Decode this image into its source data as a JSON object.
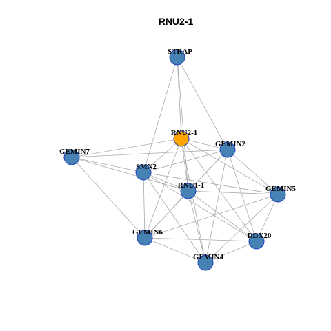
{
  "title": "RNU2-1",
  "colors": {
    "background": "#ffffff",
    "edge": "#aaaaaa",
    "node_fill": "#4682B4",
    "node_stroke": "#1f3fbf",
    "focus_fill": "#FFA500",
    "focus_stroke": "#1f3fbf"
  },
  "focus_node": "RNU2-1",
  "nodes": [
    {
      "id": "STRAP",
      "label": "STRAP"
    },
    {
      "id": "RNU2-1",
      "label": "RNU2-1"
    },
    {
      "id": "GEMIN2",
      "label": "GEMIN2"
    },
    {
      "id": "GEMIN7",
      "label": "GEMIN7"
    },
    {
      "id": "SMN2",
      "label": "SMN2"
    },
    {
      "id": "RNU1-1",
      "label": "RNU1-1"
    },
    {
      "id": "GEMIN5",
      "label": "GEMIN5"
    },
    {
      "id": "GEMIN6",
      "label": "GEMIN6"
    },
    {
      "id": "DDX20",
      "label": "DDX20"
    },
    {
      "id": "GEMIN4",
      "label": "GEMIN4"
    }
  ],
  "edges": [
    [
      "STRAP",
      "RNU2-1"
    ],
    [
      "STRAP",
      "GEMIN2"
    ],
    [
      "STRAP",
      "SMN2"
    ],
    [
      "STRAP",
      "RNU1-1"
    ],
    [
      "RNU2-1",
      "GEMIN2"
    ],
    [
      "RNU2-1",
      "GEMIN7"
    ],
    [
      "RNU2-1",
      "SMN2"
    ],
    [
      "RNU2-1",
      "RNU1-1"
    ],
    [
      "RNU2-1",
      "GEMIN5"
    ],
    [
      "RNU2-1",
      "GEMIN6"
    ],
    [
      "RNU2-1",
      "DDX20"
    ],
    [
      "RNU2-1",
      "GEMIN4"
    ],
    [
      "GEMIN2",
      "GEMIN7"
    ],
    [
      "GEMIN2",
      "SMN2"
    ],
    [
      "GEMIN2",
      "RNU1-1"
    ],
    [
      "GEMIN2",
      "GEMIN5"
    ],
    [
      "GEMIN2",
      "GEMIN6"
    ],
    [
      "GEMIN2",
      "DDX20"
    ],
    [
      "GEMIN2",
      "GEMIN4"
    ],
    [
      "GEMIN7",
      "SMN2"
    ],
    [
      "GEMIN7",
      "RNU1-1"
    ],
    [
      "GEMIN7",
      "GEMIN6"
    ],
    [
      "SMN2",
      "RNU1-1"
    ],
    [
      "SMN2",
      "GEMIN5"
    ],
    [
      "SMN2",
      "GEMIN6"
    ],
    [
      "SMN2",
      "DDX20"
    ],
    [
      "SMN2",
      "GEMIN4"
    ],
    [
      "RNU1-1",
      "GEMIN5"
    ],
    [
      "RNU1-1",
      "GEMIN6"
    ],
    [
      "RNU1-1",
      "DDX20"
    ],
    [
      "RNU1-1",
      "GEMIN4"
    ],
    [
      "GEMIN5",
      "GEMIN6"
    ],
    [
      "GEMIN5",
      "DDX20"
    ],
    [
      "GEMIN5",
      "GEMIN4"
    ],
    [
      "GEMIN6",
      "DDX20"
    ],
    [
      "GEMIN6",
      "GEMIN4"
    ],
    [
      "DDX20",
      "GEMIN4"
    ]
  ]
}
